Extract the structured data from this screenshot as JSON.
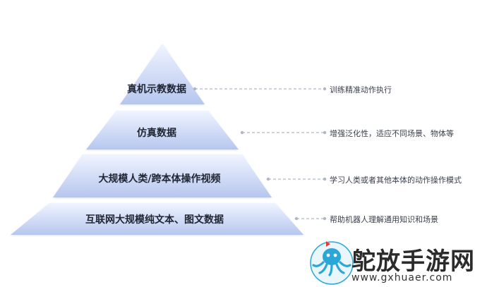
{
  "tiers": [
    {
      "label": "真机示教数据",
      "description": "训练精准动作执行"
    },
    {
      "label": "仿真数据",
      "description": "增强泛化性，适应不同场景、物体等"
    },
    {
      "label": "大规模人类/跨本体操作视频",
      "description": "学习人类或者其他本体的动作操作模式"
    },
    {
      "label": "互联网大规模纯文本、图文数据",
      "description": "帮助机器人理解通用知识和场景"
    }
  ],
  "watermark": {
    "logo_icon": "octopus-logo-icon",
    "title": "鸵放手游网",
    "url": "www.gxhuaer.com"
  },
  "colors": {
    "tier_top": "#eef3ff",
    "tier_bottom": "#b9c9ef",
    "connector": "#b0b6c2",
    "logo": "#2aa7d6"
  }
}
